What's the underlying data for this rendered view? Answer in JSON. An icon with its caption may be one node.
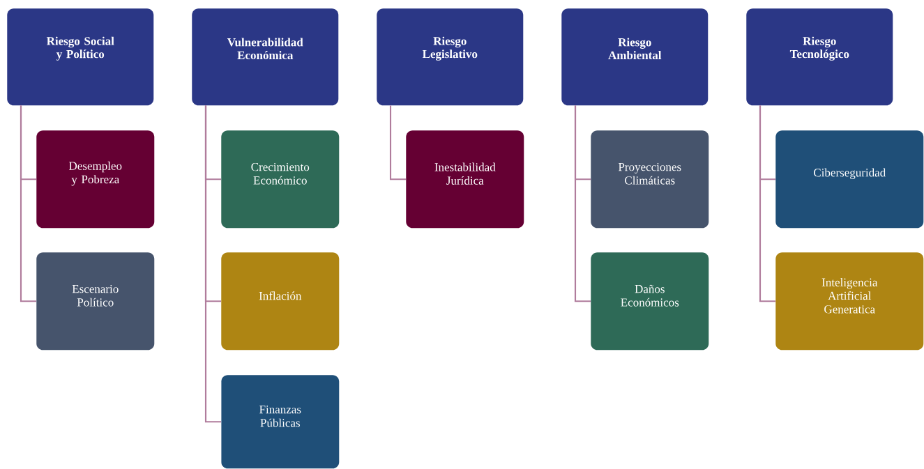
{
  "diagram": {
    "nodes": [
      {
        "text": [
          "Riesgo Social y Político"
        ]
      },
      {
        "text": [
          "Desempleo y Pobreza"
        ]
      },
      {
        "text": [
          "Escenario Político"
        ]
      },
      {
        "text": [
          "Vulnerabilidad Económica"
        ]
      },
      {
        "text": [
          "Crecimiento Económico"
        ]
      },
      {
        "text": [
          "Inflación"
        ]
      },
      {
        "text": [
          "Finanzas Públicas"
        ]
      },
      {
        "text": [
          "Riesgo Legislativo"
        ]
      },
      {
        "text": [
          "Inestabilidad Jurídica"
        ]
      },
      {
        "text": [
          "Riesgo Ambiental"
        ]
      },
      {
        "text": [
          "Proyecciones Climáticas"
        ]
      },
      {
        "text": [
          "Daños Económicos"
        ]
      },
      {
        "text": [
          "Riesgo Tecnológico"
        ]
      },
      {
        "text": [
          "Ciberseguridad"
        ]
      },
      {
        "text": [
          "Inteligencia Artificial Generatica"
        ]
      }
    ],
    "edges": [
      {
        "from": 0,
        "to": 1,
        "arrow": "none"
      },
      {
        "from": 0,
        "to": 2,
        "arrow": "none"
      },
      {
        "from": 3,
        "to": 4,
        "arrow": "none"
      },
      {
        "from": 3,
        "to": 5,
        "arrow": "none"
      },
      {
        "from": 3,
        "to": 6,
        "arrow": "none"
      },
      {
        "from": 7,
        "to": 8,
        "arrow": "none"
      },
      {
        "from": 9,
        "to": 10,
        "arrow": "none"
      },
      {
        "from": 9,
        "to": 11,
        "arrow": "none"
      },
      {
        "from": 12,
        "to": 13,
        "arrow": "none"
      },
      {
        "from": 12,
        "to": 14,
        "arrow": "none"
      }
    ]
  }
}
